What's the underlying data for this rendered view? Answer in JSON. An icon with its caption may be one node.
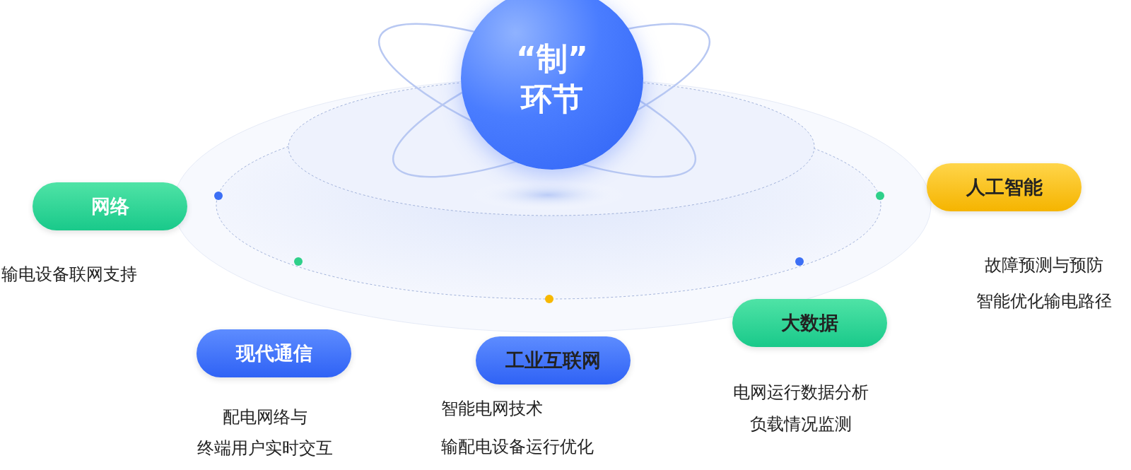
{
  "diagram": {
    "nodes": [
      {
        "text": [
          "“制”",
          "环节"
        ]
      },
      {
        "text": [
          "网络"
        ],
        "beside": [
          "输电设备联网支持"
        ]
      },
      {
        "text": [
          "人工智能"
        ],
        "beside": [
          "故障预测与预防",
          "智能优化输电路径"
        ]
      },
      {
        "text": [
          "大数据"
        ],
        "beside": [
          "电网运行数据分析",
          "负载情况监测"
        ]
      },
      {
        "text": [
          "现代通信"
        ],
        "beside": [
          "配电网络与",
          "终端用户实时交互"
        ]
      },
      {
        "text": [
          "工业互联网"
        ],
        "beside": [
          "智能电网技术",
          "输配电设备运行优化"
        ]
      }
    ]
  }
}
